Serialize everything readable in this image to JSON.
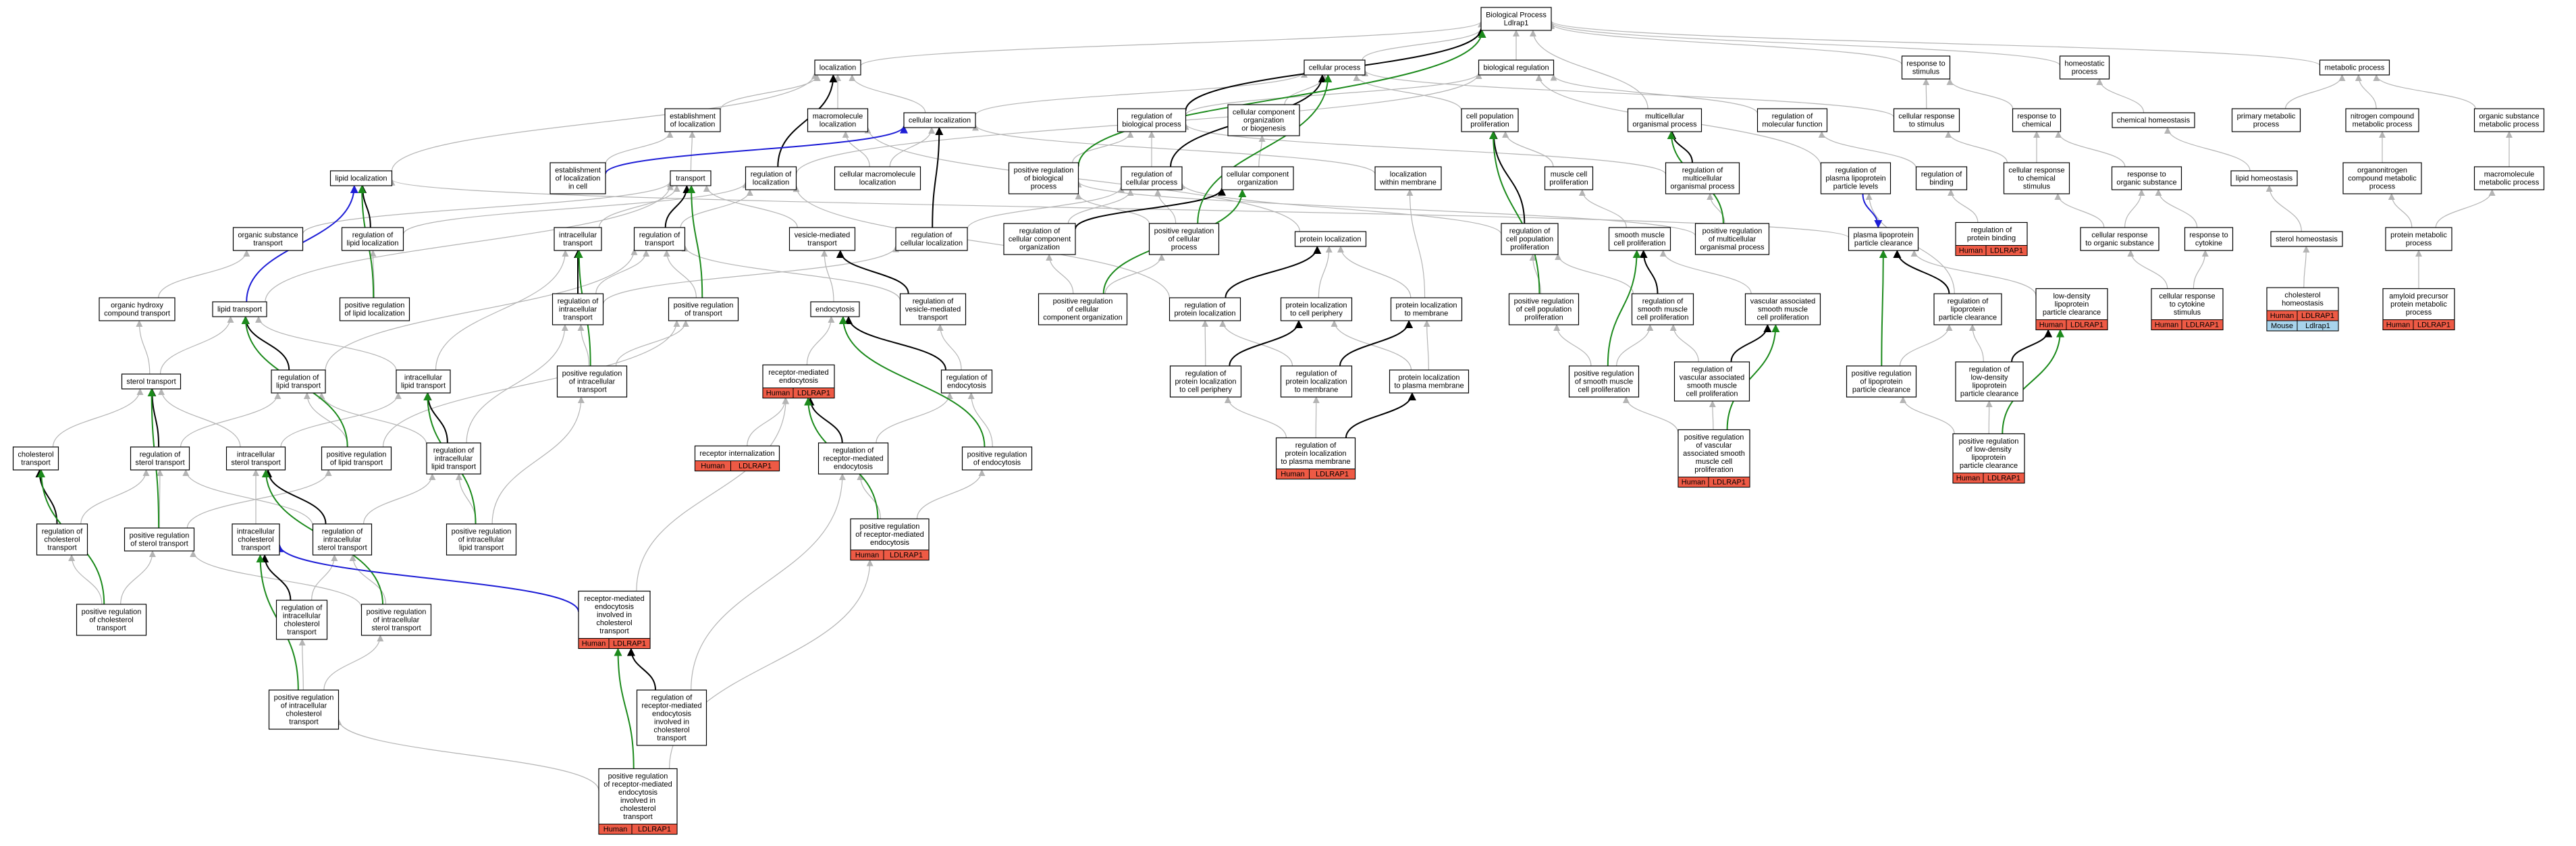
{
  "colors": {
    "gray": "#b4b4b4",
    "black": "#000000",
    "green": "#1c8a1c",
    "blue": "#1d1dd6",
    "human": "#ee5a45",
    "mouse": "#a8d4ec"
  },
  "nodes": {
    "bp": {
      "label": [
        "Biological Process",
        "Ldlrap1"
      ]
    },
    "loc": {
      "label": [
        "localization"
      ]
    },
    "cp": {
      "label": [
        "cellular process"
      ]
    },
    "breg": {
      "label": [
        "biological regulation"
      ]
    },
    "rts": {
      "label": [
        "response to",
        "stimulus"
      ]
    },
    "hp": {
      "label": [
        "homeostatic",
        "process"
      ]
    },
    "mp": {
      "label": [
        "metabolic process"
      ]
    },
    "eol": {
      "label": [
        "establishment",
        "of localization"
      ]
    },
    "mml": {
      "label": [
        "macromolecule",
        "localization"
      ]
    },
    "cl": {
      "label": [
        "cellular localization"
      ]
    },
    "rbp": {
      "label": [
        "regulation of",
        "biological process"
      ]
    },
    "ccob": {
      "label": [
        "cellular component",
        "organization",
        "or biogenesis"
      ]
    },
    "cpp": {
      "label": [
        "cell population",
        "proliferation"
      ]
    },
    "mop": {
      "label": [
        "multicellular",
        "organismal process"
      ]
    },
    "rmf": {
      "label": [
        "regulation of",
        "molecular function"
      ]
    },
    "crs": {
      "label": [
        "cellular response",
        "to stimulus"
      ]
    },
    "rtc": {
      "label": [
        "response to",
        "chemical"
      ]
    },
    "ch": {
      "label": [
        "chemical homeostasis"
      ]
    },
    "pmp": {
      "label": [
        "primary metabolic",
        "process"
      ]
    },
    "ncmp": {
      "label": [
        "nitrogen compound",
        "metabolic process"
      ]
    },
    "osmp": {
      "label": [
        "organic substance",
        "metabolic process"
      ]
    },
    "ll": {
      "label": [
        "lipid localization"
      ]
    },
    "eolc": {
      "label": [
        "establishment",
        "of localization",
        "in cell"
      ]
    },
    "tr": {
      "label": [
        "transport"
      ]
    },
    "rol": {
      "label": [
        "regulation of",
        "localization"
      ]
    },
    "cml": {
      "label": [
        "cellular macromolecule",
        "localization"
      ]
    },
    "prbp": {
      "label": [
        "positive regulation",
        "of biological",
        "process"
      ]
    },
    "rcp": {
      "label": [
        "regulation of",
        "cellular process"
      ]
    },
    "cco": {
      "label": [
        "cellular component",
        "organization"
      ]
    },
    "lwm": {
      "label": [
        "localization",
        "within membrane"
      ]
    },
    "mcp": {
      "label": [
        "muscle cell",
        "proliferation"
      ]
    },
    "rmop": {
      "label": [
        "regulation of",
        "multicellular",
        "organismal process"
      ]
    },
    "rplpl": {
      "label": [
        "regulation of",
        "plasma lipoprotein",
        "particle levels"
      ]
    },
    "rob": {
      "label": [
        "regulation of",
        "binding"
      ]
    },
    "ccrc": {
      "label": [
        "cellular response",
        "to chemical",
        "stimulus"
      ]
    },
    "rtos": {
      "label": [
        "response to",
        "organic substance"
      ]
    },
    "lh": {
      "label": [
        "lipid homeostasis"
      ]
    },
    "ocmp": {
      "label": [
        "organonitrogen",
        "compound metabolic",
        "process"
      ]
    },
    "macmp": {
      "label": [
        "macromolecule",
        "metabolic process"
      ]
    },
    "ost": {
      "label": [
        "organic substance",
        "transport"
      ]
    },
    "rll": {
      "label": [
        "regulation of",
        "lipid localization"
      ]
    },
    "it": {
      "label": [
        "intracellular",
        "transport"
      ]
    },
    "rtr": {
      "label": [
        "regulation of",
        "transport"
      ]
    },
    "vmt": {
      "label": [
        "vesicle-mediated",
        "transport"
      ]
    },
    "rcl": {
      "label": [
        "regulation of",
        "cellular localization"
      ]
    },
    "rcco": {
      "label": [
        "regulation of",
        "cellular component",
        "organization"
      ]
    },
    "prcp": {
      "label": [
        "positive regulation",
        "of cellular",
        "process"
      ]
    },
    "pl": {
      "label": [
        "protein localization"
      ]
    },
    "rcpp": {
      "label": [
        "regulation of",
        "cell population",
        "proliferation"
      ]
    },
    "smcp": {
      "label": [
        "smooth muscle",
        "cell proliferation"
      ]
    },
    "prmop": {
      "label": [
        "positive regulation",
        "of multicellular",
        "organismal process"
      ]
    },
    "plpc": {
      "label": [
        "plasma lipoprotein",
        "particle clearance"
      ]
    },
    "rpb": {
      "label": [
        "regulation of",
        "protein binding"
      ],
      "tags": [
        {
          "species": "Human",
          "gene": "LDLRAP1"
        }
      ]
    },
    "crtos": {
      "label": [
        "cellular response",
        "to organic substance"
      ]
    },
    "rtcy": {
      "label": [
        "response to",
        "cytokine"
      ]
    },
    "sh": {
      "label": [
        "sterol homeostasis"
      ]
    },
    "prmpp": {
      "label": [
        "protein metabolic",
        "process"
      ]
    },
    "ohct": {
      "label": [
        "organic hydroxy",
        "compound transport"
      ]
    },
    "lt": {
      "label": [
        "lipid transport"
      ]
    },
    "prll": {
      "label": [
        "positive regulation",
        "of lipid localization"
      ]
    },
    "rit": {
      "label": [
        "regulation of",
        "intracellular",
        "transport"
      ]
    },
    "prtr": {
      "label": [
        "positive regulation",
        "of transport"
      ]
    },
    "endo": {
      "label": [
        "endocytosis"
      ]
    },
    "rvmt": {
      "label": [
        "regulation of",
        "vesicle-mediated",
        "transport"
      ]
    },
    "prcco": {
      "label": [
        "positive regulation",
        "of cellular",
        "component organization"
      ]
    },
    "rpl": {
      "label": [
        "regulation of",
        "protein localization"
      ]
    },
    "plcp": {
      "label": [
        "protein localization",
        "to cell periphery"
      ]
    },
    "plpm": {
      "label": [
        "protein localization",
        "to membrane"
      ]
    },
    "prcpp": {
      "label": [
        "positive regulation",
        "of cell population",
        "proliferation"
      ]
    },
    "rsmcp": {
      "label": [
        "regulation of",
        "smooth muscle",
        "cell proliferation"
      ]
    },
    "vasmcp": {
      "label": [
        "vascular associated",
        "smooth muscle",
        "cell proliferation"
      ]
    },
    "rlpc": {
      "label": [
        "regulation of",
        "lipoprotein",
        "particle clearance"
      ]
    },
    "ldlpc": {
      "label": [
        "low-density",
        "lipoprotein",
        "particle clearance"
      ],
      "tags": [
        {
          "species": "Human",
          "gene": "LDLRAP1"
        }
      ]
    },
    "crtc": {
      "label": [
        "cellular response",
        "to cytokine",
        "stimulus"
      ],
      "tags": [
        {
          "species": "Human",
          "gene": "LDLRAP1"
        }
      ]
    },
    "chm": {
      "label": [
        "cholesterol",
        "homeostasis"
      ],
      "tags": [
        {
          "species": "Human",
          "gene": "LDLRAP1"
        },
        {
          "species": "Mouse",
          "gene": "Ldlrap1"
        }
      ]
    },
    "appmp": {
      "label": [
        "amyloid precursor",
        "protein metabolic",
        "process"
      ],
      "tags": [
        {
          "species": "Human",
          "gene": "LDLRAP1"
        }
      ]
    },
    "stt": {
      "label": [
        "sterol transport"
      ]
    },
    "rlt": {
      "label": [
        "regulation of",
        "lipid transport"
      ]
    },
    "ilt": {
      "label": [
        "intracellular",
        "lipid transport"
      ]
    },
    "prit": {
      "label": [
        "positive regulation",
        "of intracellular",
        "transport"
      ]
    },
    "rme": {
      "label": [
        "receptor-mediated",
        "endocytosis"
      ],
      "tags": [
        {
          "species": "Human",
          "gene": "LDLRAP1"
        }
      ]
    },
    "re": {
      "label": [
        "regulation of",
        "endocytosis"
      ]
    },
    "rplcp": {
      "label": [
        "regulation of",
        "protein localization",
        "to cell periphery"
      ]
    },
    "rplm": {
      "label": [
        "regulation of",
        "protein localization",
        "to membrane"
      ]
    },
    "plpmb": {
      "label": [
        "protein localization",
        "to plasma membrane"
      ]
    },
    "prsmcp": {
      "label": [
        "positive regulation",
        "of smooth muscle",
        "cell proliferation"
      ]
    },
    "rvasm": {
      "label": [
        "regulation of",
        "vascular associated",
        "smooth muscle",
        "cell proliferation"
      ]
    },
    "prlpc": {
      "label": [
        "positive regulation",
        "of lipoprotein",
        "particle clearance"
      ]
    },
    "rldlpc": {
      "label": [
        "regulation of",
        "low-density",
        "lipoprotein",
        "particle clearance"
      ]
    },
    "ct": {
      "label": [
        "cholesterol",
        "transport"
      ]
    },
    "rst": {
      "label": [
        "regulation of",
        "sterol transport"
      ]
    },
    "ist": {
      "label": [
        "intracellular",
        "sterol transport"
      ]
    },
    "prlt": {
      "label": [
        "positive regulation",
        "of lipid transport"
      ]
    },
    "rilt": {
      "label": [
        "regulation of",
        "intracellular",
        "lipid transport"
      ]
    },
    "ri": {
      "label": [
        "receptor internalization"
      ],
      "tags": [
        {
          "species": "Human",
          "gene": "LDLRAP1"
        }
      ]
    },
    "rrme": {
      "label": [
        "regulation of",
        "receptor-mediated",
        "endocytosis"
      ]
    },
    "pre": {
      "label": [
        "positive regulation",
        "of endocytosis"
      ]
    },
    "rplpm": {
      "label": [
        "regulation of",
        "protein localization",
        "to plasma membrane"
      ],
      "tags": [
        {
          "species": "Human",
          "gene": "LDLRAP1"
        }
      ]
    },
    "prvasm": {
      "label": [
        "positive regulation",
        "of vascular",
        "associated smooth",
        "muscle cell",
        "proliferation"
      ],
      "tags": [
        {
          "species": "Human",
          "gene": "LDLRAP1"
        }
      ]
    },
    "prldlpc": {
      "label": [
        "positive regulation",
        "of low-density",
        "lipoprotein",
        "particle clearance"
      ],
      "tags": [
        {
          "species": "Human",
          "gene": "LDLRAP1"
        }
      ]
    },
    "rct": {
      "label": [
        "regulation of",
        "cholesterol",
        "transport"
      ]
    },
    "prst": {
      "label": [
        "positive regulation",
        "of sterol transport"
      ]
    },
    "ict": {
      "label": [
        "intracellular",
        "cholesterol",
        "transport"
      ]
    },
    "rist": {
      "label": [
        "regulation of",
        "intracellular",
        "sterol transport"
      ]
    },
    "prilt": {
      "label": [
        "positive regulation",
        "of intracellular",
        "lipid transport"
      ]
    },
    "prrme": {
      "label": [
        "positive regulation",
        "of receptor-mediated",
        "endocytosis"
      ],
      "tags": [
        {
          "species": "Human",
          "gene": "LDLRAP1"
        }
      ]
    },
    "prct": {
      "label": [
        "positive regulation",
        "of cholesterol",
        "transport"
      ]
    },
    "rict": {
      "label": [
        "regulation of",
        "intracellular",
        "cholesterol",
        "transport"
      ]
    },
    "prist": {
      "label": [
        "positive regulation",
        "of intracellular",
        "sterol transport"
      ]
    },
    "rmeict": {
      "label": [
        "receptor-mediated",
        "endocytosis",
        "involved in",
        "cholesterol",
        "transport"
      ],
      "tags": [
        {
          "species": "Human",
          "gene": "LDLRAP1"
        }
      ]
    },
    "rrmeict": {
      "label": [
        "regulation of",
        "receptor-mediated",
        "endocytosis",
        "involved in",
        "cholesterol",
        "transport"
      ]
    },
    "prict": {
      "label": [
        "positive regulation",
        "of intracellular",
        "cholesterol",
        "transport"
      ]
    },
    "prrmeict": {
      "label": [
        "positive regulation",
        "of receptor-mediated",
        "endocytosis",
        "involved in",
        "cholesterol",
        "transport"
      ],
      "tags": [
        {
          "species": "Human",
          "gene": "LDLRAP1"
        }
      ]
    }
  }
}
